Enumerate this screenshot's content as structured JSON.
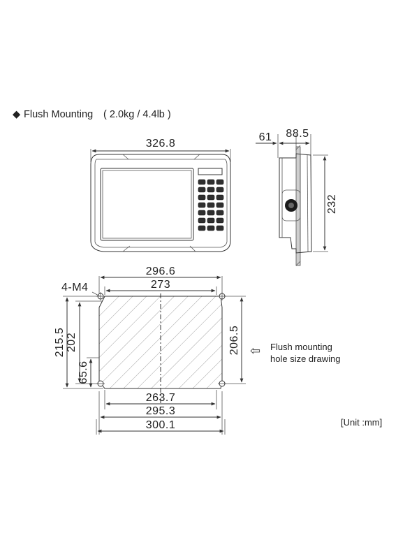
{
  "heading": {
    "bullet": "◆",
    "title": "Flush Mounting",
    "weight": "( 2.0kg / 4.4lb )"
  },
  "front_view": {
    "width_label": "326.8"
  },
  "side_view": {
    "depth_front_label": "61",
    "depth_total_label": "88.5",
    "height_label": "232"
  },
  "cutout": {
    "hole_note": "4-M4",
    "outer_width_label": "296.6",
    "hole_spacing_width_label": "273",
    "height_outer_label": "215.5",
    "height_inner_label": "202",
    "corner_height_label": "65.6",
    "hole_spacing_height_label": "206.5",
    "bottom_inner_label": "263.7",
    "bottom_mid_label": "295.3",
    "bottom_outer_label": "300.1"
  },
  "note": {
    "arrow": "⇦",
    "line1": "Flush mounting",
    "line2": "hole size drawing"
  },
  "unit_label": "[Unit :mm]"
}
